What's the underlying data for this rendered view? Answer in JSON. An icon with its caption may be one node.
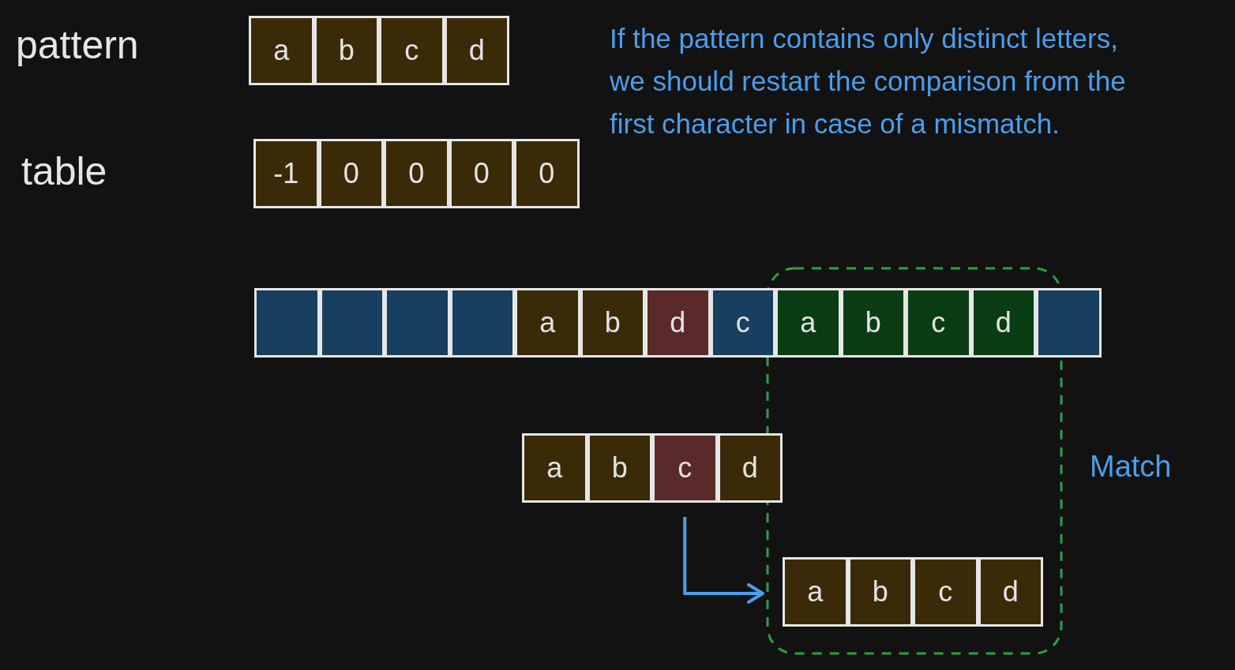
{
  "diagram": {
    "nodes": [
      {
        "text": [
          "a"
        ]
      },
      {
        "text": [
          "b"
        ]
      },
      {
        "text": [
          "c"
        ]
      },
      {
        "text": [
          "d"
        ]
      },
      {
        "text": [
          "-1"
        ]
      },
      {
        "text": [
          "0"
        ]
      },
      {
        "text": [
          "0"
        ]
      },
      {
        "text": [
          "0"
        ]
      },
      {
        "text": [
          "0"
        ]
      },
      {
        "text": [
          "Match"
        ]
      },
      {
        "text": [],
        "shape": "box"
      },
      {
        "text": [],
        "shape": "box"
      },
      {
        "text": [],
        "shape": "box"
      },
      {
        "text": [],
        "shape": "box"
      },
      {
        "text": [
          "a"
        ]
      },
      {
        "text": [
          "b"
        ]
      },
      {
        "text": [
          "d"
        ]
      },
      {
        "text": [
          "c"
        ]
      },
      {
        "text": [
          "a"
        ],
        "in": 9
      },
      {
        "text": [
          "b"
        ],
        "in": 9
      },
      {
        "text": [
          "c"
        ],
        "in": 9
      },
      {
        "text": [
          "d"
        ],
        "in": 9
      },
      {
        "text": [],
        "shape": "box"
      },
      {
        "text": [
          "a"
        ]
      },
      {
        "text": [
          "b"
        ]
      },
      {
        "text": [
          "c"
        ]
      },
      {
        "text": [
          "d"
        ]
      },
      {
        "text": [
          "a"
        ],
        "in": 9
      },
      {
        "text": [
          "b"
        ],
        "in": 9
      },
      {
        "text": [
          "c"
        ],
        "in": 9
      },
      {
        "text": [
          "d"
        ],
        "in": 9
      }
    ],
    "edges": [
      {
        "from": 25,
        "to": 9,
        "arrow": "to"
      }
    ],
    "labels": [
      "pattern",
      "table",
      "If the pattern contains only distinct letters, we should restart the comparison from the first character in case of a mismatch."
    ]
  }
}
